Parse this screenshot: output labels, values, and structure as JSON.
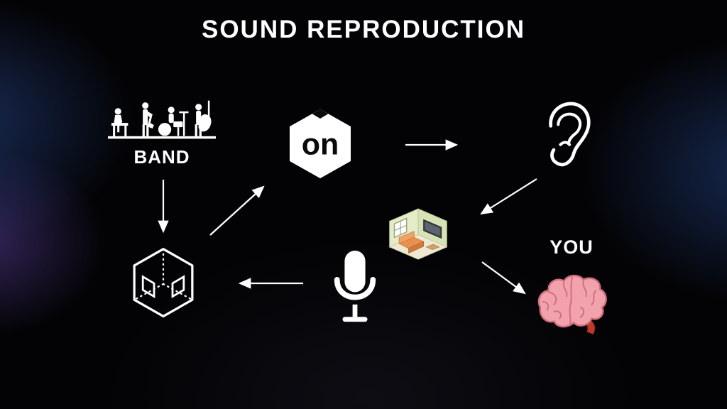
{
  "title": "SOUND REPRODUCTION",
  "labels": {
    "band": "BAND",
    "you": "YOU",
    "logo_text": "on"
  },
  "colors": {
    "background": "#030305",
    "foreground": "#ffffff",
    "glow_blue": "#2d50a0",
    "glow_purple": "#7855d2",
    "brain_fill": "#f2a2ac",
    "brain_outline": "#cf6f7c",
    "brain_stem": "#c0392b",
    "room_wall_left": "#e4ecc8",
    "room_wall_right": "#d7e3b4",
    "room_floor": "#efe9d2",
    "sofa_orange": "#e8914e",
    "tv_dark": "#3a3f46"
  },
  "nodes": [
    {
      "id": "band",
      "label": "BAND",
      "icon": "band-silhouette-icon"
    },
    {
      "id": "room-model",
      "label": "",
      "icon": "room-cube-wireframe-icon"
    },
    {
      "id": "on-logo",
      "label": "on",
      "icon": "on-logo-cube-icon"
    },
    {
      "id": "ear",
      "label": "",
      "icon": "ear-icon"
    },
    {
      "id": "listening-room",
      "label": "",
      "icon": "living-room-icon"
    },
    {
      "id": "microphone",
      "label": "",
      "icon": "microphone-icon"
    },
    {
      "id": "you",
      "label": "YOU",
      "icon": "brain-icon"
    }
  ],
  "arrows": [
    {
      "from": "band",
      "to": "room-model"
    },
    {
      "from": "room-model",
      "to": "on-logo"
    },
    {
      "from": "on-logo",
      "to": "ear"
    },
    {
      "from": "ear",
      "to": "listening-room"
    },
    {
      "from": "listening-room",
      "to": "you"
    },
    {
      "from": "microphone",
      "to": "room-model"
    }
  ]
}
